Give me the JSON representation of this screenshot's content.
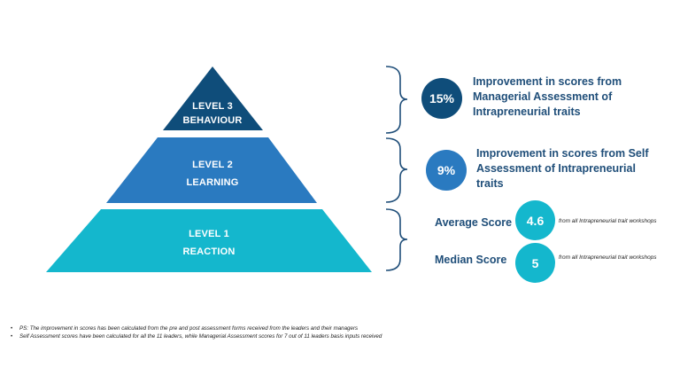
{
  "colors": {
    "level3": "#0f4d7a",
    "level2": "#2a7ac0",
    "level1": "#14b7cd",
    "text_blue": "#1f4e79",
    "brace": "#1f4e79"
  },
  "pyramid": {
    "level3": {
      "line1": "LEVEL 3",
      "line2": "BEHAVIOUR"
    },
    "level2": {
      "line1": "LEVEL 2",
      "line2": "LEARNING"
    },
    "level1": {
      "line1": "LEVEL 1",
      "line2": "REACTION"
    }
  },
  "results": {
    "behaviour": {
      "value": "15%",
      "text": "Improvement in scores from Managerial Assessment of Intrapreneurial traits"
    },
    "learning": {
      "value": "9%",
      "text": "Improvement in scores from Self Assessment of Intrapreneurial traits"
    },
    "reaction": {
      "average": {
        "label": "Average Score",
        "value": "4.6",
        "note": "from all Intrapreneurial trait workshops"
      },
      "median": {
        "label": "Median Score",
        "value": "5",
        "note": "from all Intrapreneurial trait workshops"
      }
    }
  },
  "footnotes": [
    "PS: The improvement in scores has been calculated from the pre and post assessment forms received from the leaders and their managers",
    "Self Assessment scores have been calculated for all the 11 leaders, while Managerial Assessment scores for 7 out of 11 leaders basis inputs received"
  ]
}
